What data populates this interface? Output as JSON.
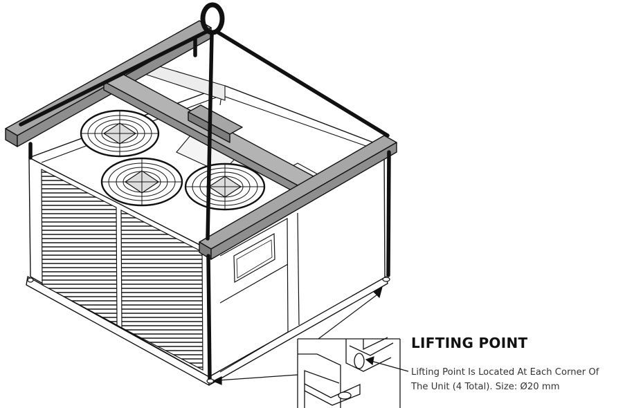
{
  "callout": {
    "title": "LIFTING POINT",
    "description_line1": "Lifting Point Is Located At Each Corner Of",
    "description_line2": "The Unit (4 Total). Size: Ø20 mm"
  },
  "colors": {
    "line": "#111111",
    "beam": "#a6a6a6",
    "beam_dark": "#7d7d7d",
    "panel": "#ffffff"
  },
  "icons": {
    "lifting_ring": "ring-icon",
    "fan": "fan-guard-icon"
  }
}
